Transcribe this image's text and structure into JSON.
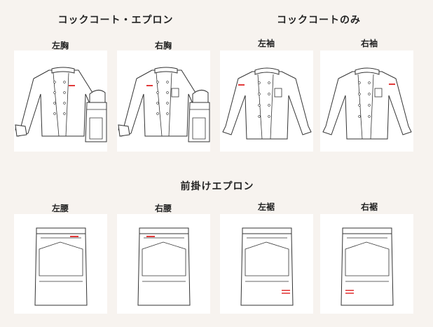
{
  "sections": {
    "coat_apron": {
      "title": "コックコート・エプロン"
    },
    "coat_only": {
      "title": "コックコートのみ"
    },
    "front_apron": {
      "title": "前掛けエプロン"
    }
  },
  "positions": {
    "left_chest": "左胸",
    "right_chest": "右胸",
    "left_sleeve": "左袖",
    "right_sleeve": "右袖",
    "left_waist": "左腰",
    "right_waist": "右腰",
    "left_hem": "左裾",
    "right_hem": "右裾"
  },
  "colors": {
    "background": "#f7f3ef",
    "card": "#ffffff",
    "marker": "#e23b3b"
  }
}
